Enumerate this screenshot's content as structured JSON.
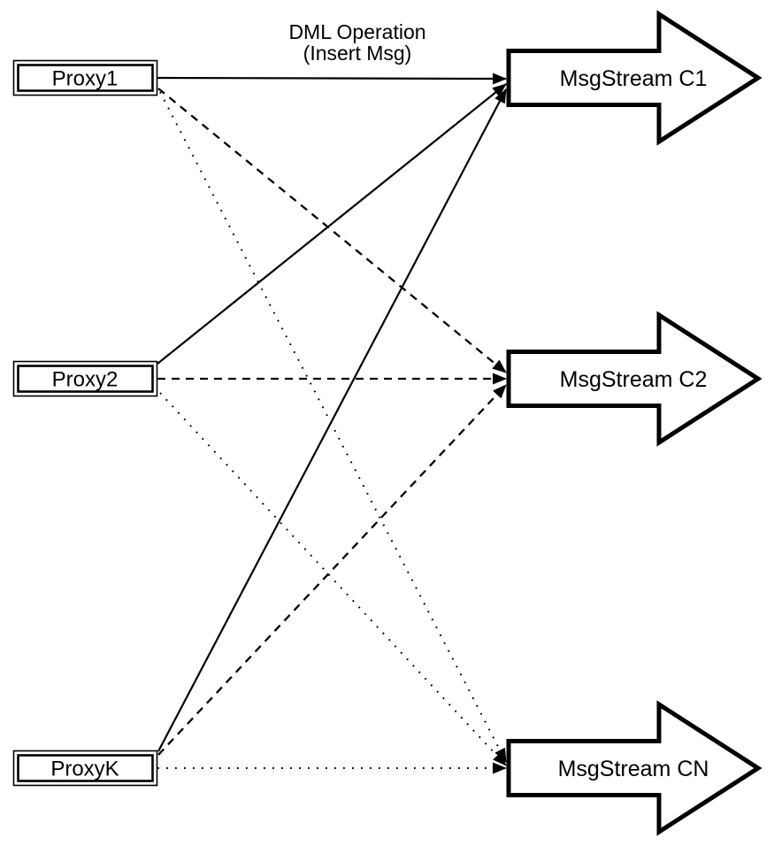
{
  "diagram": {
    "type": "flow-topology",
    "annotation": {
      "line1": "DML Operation",
      "line2": "(Insert Msg)"
    },
    "proxies": [
      {
        "id": "proxy1",
        "label": "Proxy1"
      },
      {
        "id": "proxy2",
        "label": "Proxy2"
      },
      {
        "id": "proxyk",
        "label": "ProxyK"
      }
    ],
    "streams": [
      {
        "id": "c1",
        "label": "MsgStream C1"
      },
      {
        "id": "c2",
        "label": "MsgStream C2"
      },
      {
        "id": "cn",
        "label": "MsgStream CN"
      }
    ],
    "connections": [
      {
        "from": "Proxy1",
        "to": "MsgStream C1",
        "style": "solid",
        "arrowhead": true
      },
      {
        "from": "Proxy2",
        "to": "MsgStream C1",
        "style": "solid",
        "arrowhead": true
      },
      {
        "from": "ProxyK",
        "to": "MsgStream C1",
        "style": "solid",
        "arrowhead": true
      },
      {
        "from": "Proxy1",
        "to": "MsgStream C2",
        "style": "dashed",
        "arrowhead": true
      },
      {
        "from": "Proxy2",
        "to": "MsgStream C2",
        "style": "dashed",
        "arrowhead": true
      },
      {
        "from": "ProxyK",
        "to": "MsgStream C2",
        "style": "dashed",
        "arrowhead": true
      },
      {
        "from": "Proxy1",
        "to": "MsgStream CN",
        "style": "dotted",
        "arrowhead": true
      },
      {
        "from": "Proxy2",
        "to": "MsgStream CN",
        "style": "dotted",
        "arrowhead": true
      },
      {
        "from": "ProxyK",
        "to": "MsgStream CN",
        "style": "dotted",
        "arrowhead": true
      }
    ],
    "colors": {
      "stroke": "#000000",
      "fill": "#ffffff",
      "background": "#ffffff"
    }
  }
}
